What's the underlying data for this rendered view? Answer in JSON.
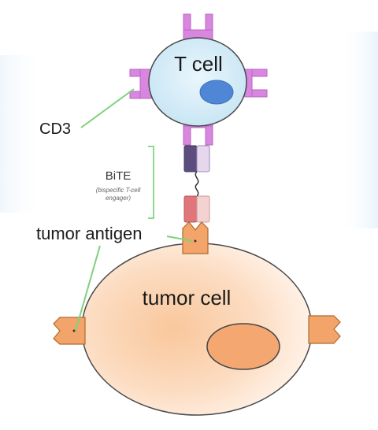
{
  "labels": {
    "t_cell": "T cell",
    "cd3": "CD3",
    "bite": "BiTE",
    "bite_sub_line1": "(bispecific T-cell",
    "bite_sub_line2": "engager)",
    "tumor_antigen": "tumor antigen",
    "tumor_cell": "tumor cell"
  },
  "colors": {
    "t_cell_fill": "#d4ecf7",
    "t_cell_nucleus": "#4f86d6",
    "cd3_receptor": "#d986e0",
    "bite_dark": "#5b4e7e",
    "bite_light": "#e6d6ee",
    "bite_red": "#e0767a",
    "bite_pink": "#f5d2d2",
    "tumor_cell_fill": "#fbd7b8",
    "tumor_nucleus": "#f5a772",
    "tumor_antigen": "#f2a46a",
    "leader_line": "#7dd27d",
    "bracket": "#8fd98f"
  }
}
